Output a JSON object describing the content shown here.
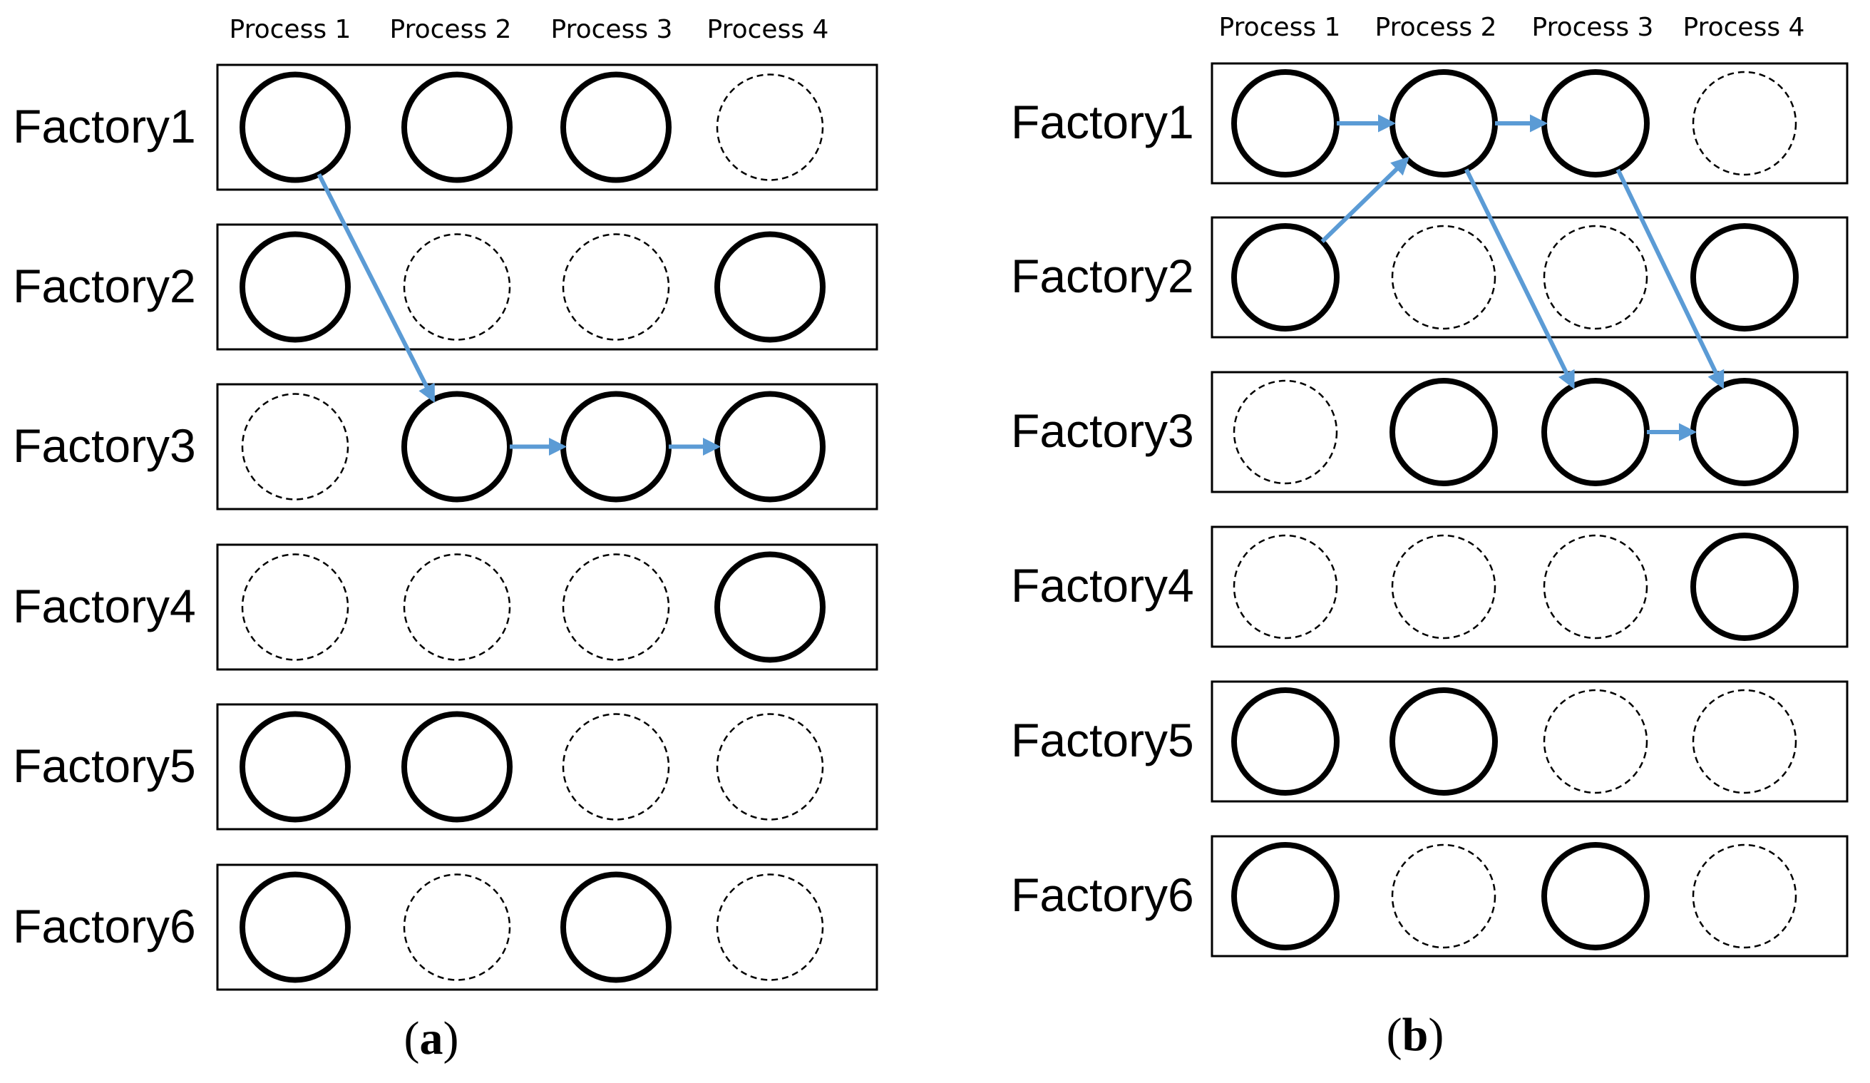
{
  "panels": [
    {
      "id": "a",
      "caption_open": "(",
      "caption_letter": "a",
      "caption_close": ")",
      "process_labels": [
        "Process 1",
        "Process 2",
        "Process 3",
        "Process 4"
      ],
      "factories": [
        {
          "label": "Factory1",
          "nodes": [
            true,
            true,
            true,
            false
          ]
        },
        {
          "label": "Factory2",
          "nodes": [
            true,
            false,
            false,
            true
          ]
        },
        {
          "label": "Factory3",
          "nodes": [
            false,
            true,
            true,
            true
          ]
        },
        {
          "label": "Factory4",
          "nodes": [
            false,
            false,
            false,
            true
          ]
        },
        {
          "label": "Factory5",
          "nodes": [
            true,
            true,
            false,
            false
          ]
        },
        {
          "label": "Factory6",
          "nodes": [
            true,
            false,
            true,
            false
          ]
        }
      ],
      "flows": [
        {
          "from": {
            "factory": 1,
            "process": 1
          },
          "to": {
            "factory": 3,
            "process": 2
          }
        },
        {
          "from": {
            "factory": 3,
            "process": 2
          },
          "to": {
            "factory": 3,
            "process": 3
          }
        },
        {
          "from": {
            "factory": 3,
            "process": 3
          },
          "to": {
            "factory": 3,
            "process": 4
          }
        }
      ]
    },
    {
      "id": "b",
      "caption_open": "(",
      "caption_letter": "b",
      "caption_close": ")",
      "process_labels": [
        "Process 1",
        "Process 2",
        "Process 3",
        "Process 4"
      ],
      "factories": [
        {
          "label": "Factory1",
          "nodes": [
            true,
            true,
            true,
            false
          ]
        },
        {
          "label": "Factory2",
          "nodes": [
            true,
            false,
            false,
            true
          ]
        },
        {
          "label": "Factory3",
          "nodes": [
            false,
            true,
            true,
            true
          ]
        },
        {
          "label": "Factory4",
          "nodes": [
            false,
            false,
            false,
            true
          ]
        },
        {
          "label": "Factory5",
          "nodes": [
            true,
            true,
            false,
            false
          ]
        },
        {
          "label": "Factory6",
          "nodes": [
            true,
            false,
            true,
            false
          ]
        }
      ],
      "flows": [
        {
          "from": {
            "factory": 1,
            "process": 1
          },
          "to": {
            "factory": 1,
            "process": 2
          }
        },
        {
          "from": {
            "factory": 2,
            "process": 1
          },
          "to": {
            "factory": 1,
            "process": 2
          }
        },
        {
          "from": {
            "factory": 1,
            "process": 2
          },
          "to": {
            "factory": 1,
            "process": 3
          }
        },
        {
          "from": {
            "factory": 1,
            "process": 2
          },
          "to": {
            "factory": 3,
            "process": 3
          }
        },
        {
          "from": {
            "factory": 1,
            "process": 3
          },
          "to": {
            "factory": 3,
            "process": 4
          }
        },
        {
          "from": {
            "factory": 3,
            "process": 3
          },
          "to": {
            "factory": 3,
            "process": 4
          }
        }
      ]
    }
  ],
  "colors": {
    "arrow": "#5b9bd5",
    "stroke": "#000000",
    "background": "#ffffff"
  }
}
